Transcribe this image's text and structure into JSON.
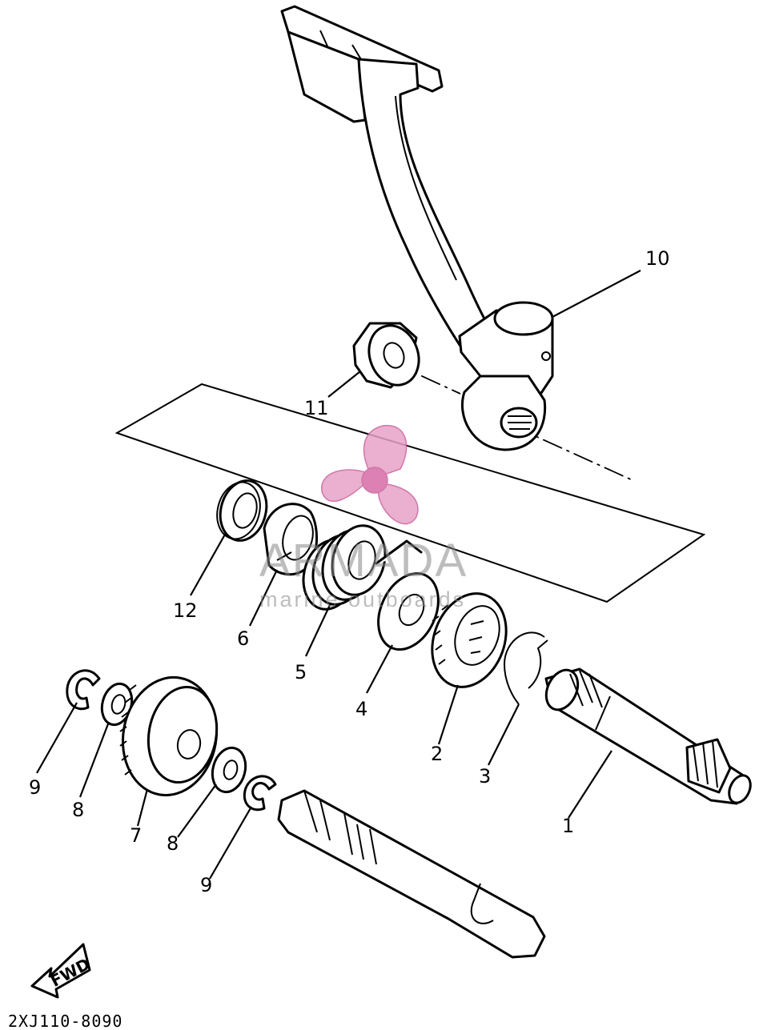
{
  "diagram": {
    "drawing_code": "2XJ110-8090",
    "direction_label": "FWD",
    "watermark": {
      "brand": "ARMADA",
      "subtitle": "marine outboards",
      "color": "#e8a2c8"
    },
    "callouts": {
      "c1": "1",
      "c2": "2",
      "c3": "3",
      "c4": "4",
      "c5": "5",
      "c6": "6",
      "c7": "7",
      "c8a": "8",
      "c8b": "8",
      "c9a": "9",
      "c9b": "9",
      "c10": "10",
      "c11": "11",
      "c12": "12"
    }
  }
}
